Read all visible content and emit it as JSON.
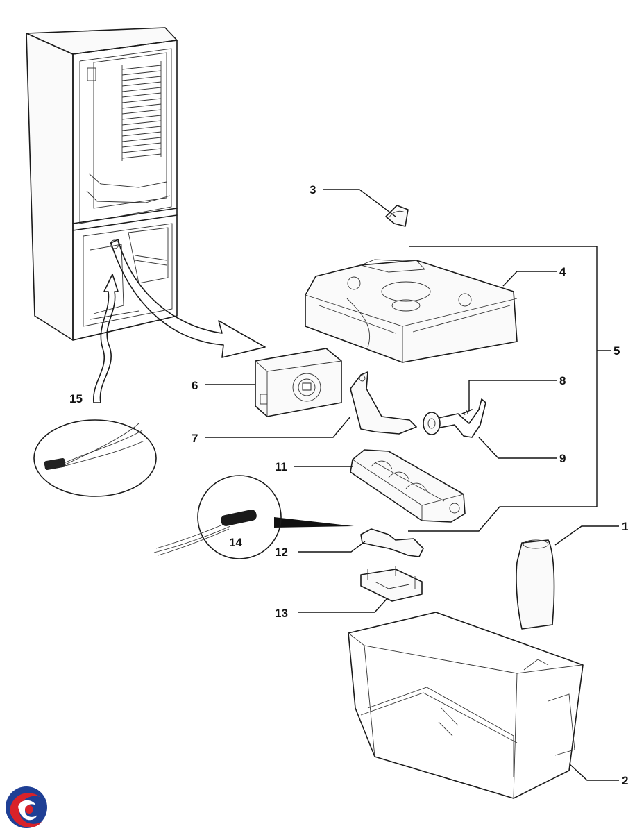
{
  "callouts": [
    {
      "id": "c1",
      "text": "1"
    },
    {
      "id": "c2",
      "text": "2"
    },
    {
      "id": "c3",
      "text": "3"
    },
    {
      "id": "c4",
      "text": "4"
    },
    {
      "id": "c5",
      "text": "5"
    },
    {
      "id": "c6",
      "text": "6"
    },
    {
      "id": "c7",
      "text": "7"
    },
    {
      "id": "c8",
      "text": "8"
    },
    {
      "id": "c9",
      "text": "9"
    },
    {
      "id": "c11",
      "text": "11"
    },
    {
      "id": "c12",
      "text": "12"
    },
    {
      "id": "c13",
      "text": "13"
    },
    {
      "id": "c14",
      "text": "14"
    },
    {
      "id": "c15",
      "text": "15"
    }
  ],
  "colors": {
    "line": "#1a1a1a",
    "logo_blue": "#1f3f95",
    "logo_red": "#d8222a"
  },
  "icons": {
    "logo": "brand-swirl-logo"
  }
}
